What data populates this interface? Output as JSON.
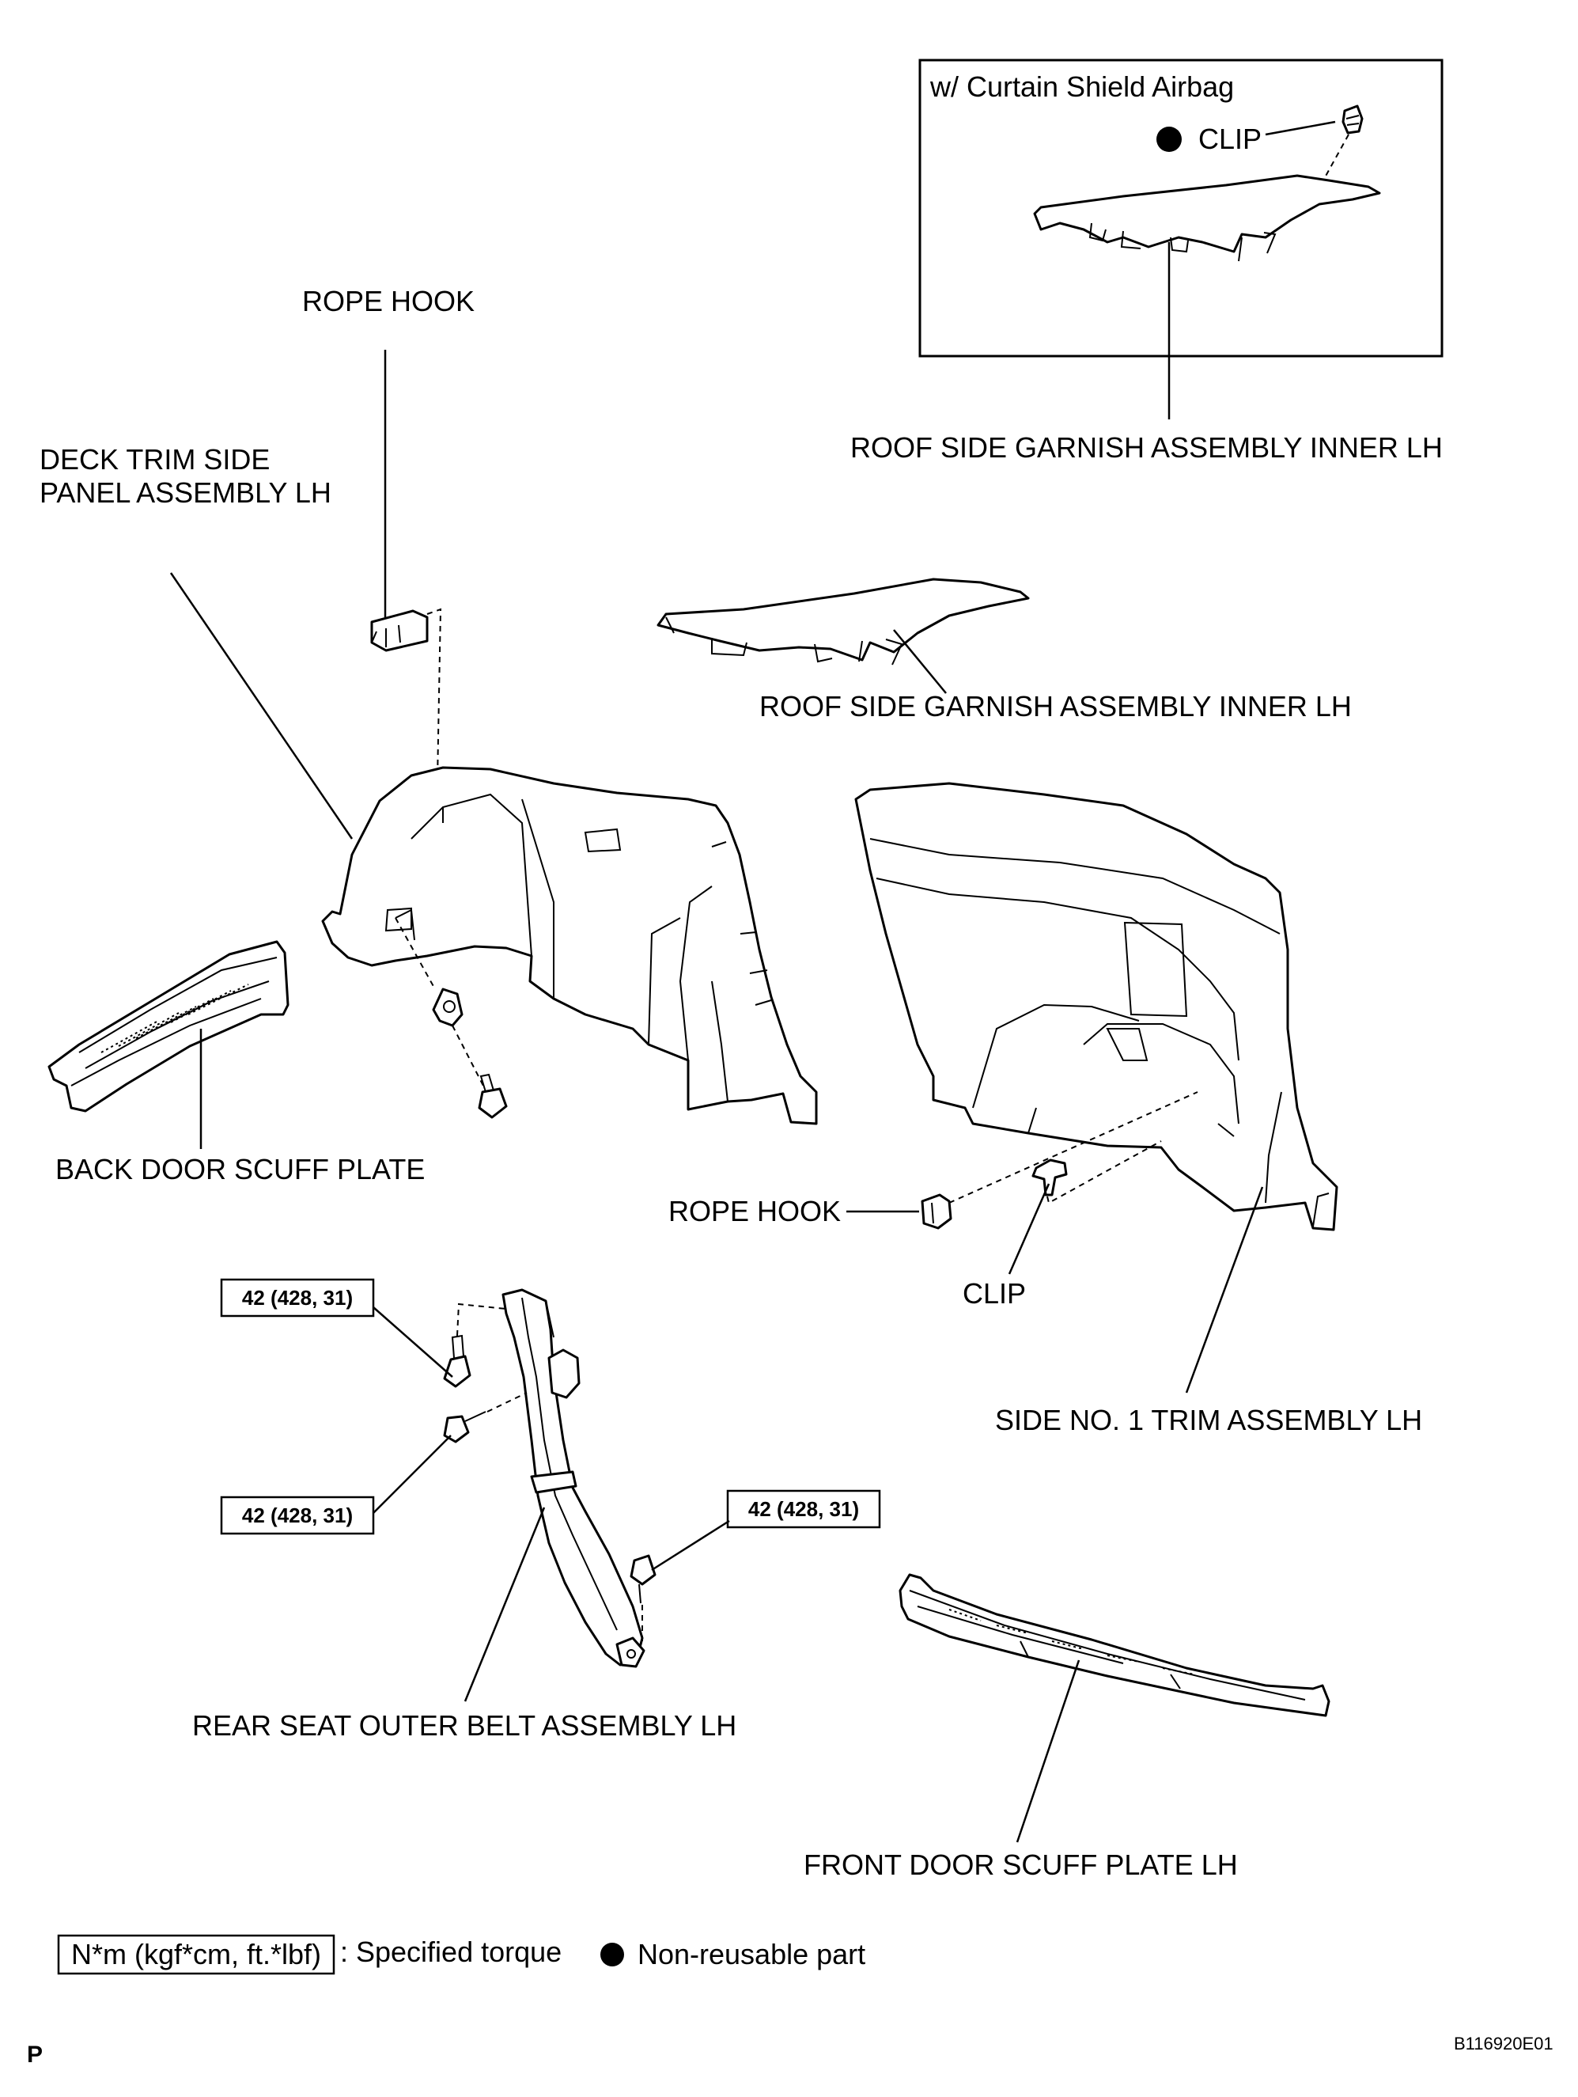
{
  "inset": {
    "title": "w/ Curtain Shield Airbag",
    "clip_label": "CLIP"
  },
  "labels": {
    "roof_side_garnish_inset": "ROOF SIDE GARNISH ASSEMBLY INNER LH",
    "rope_hook_top": "ROPE HOOK",
    "deck_trim_line1": "DECK TRIM SIDE",
    "deck_trim_line2": "PANEL ASSEMBLY LH",
    "roof_side_garnish_main": "ROOF SIDE GARNISH ASSEMBLY INNER LH",
    "back_door_scuff": "BACK DOOR SCUFF PLATE",
    "rope_hook_right": "ROPE HOOK",
    "clip_right": "CLIP",
    "side_trim": "SIDE NO. 1 TRIM ASSEMBLY LH",
    "rear_seat_belt": "REAR SEAT OUTER BELT ASSEMBLY  LH",
    "front_door_scuff": "FRONT DOOR SCUFF PLATE LH"
  },
  "torque": {
    "bolt_upper": "42 (428, 31)",
    "bolt_middle": "42 (428, 31)",
    "bolt_lower": "42 (428, 31)"
  },
  "legend": {
    "torque_unit": "N*m (kgf*cm, ft.*lbf)",
    "torque_text": ": Specified torque",
    "nonreusable_text": "Non-reusable part"
  },
  "footer": {
    "left_code": "P",
    "figure_id": "B116920E01"
  }
}
